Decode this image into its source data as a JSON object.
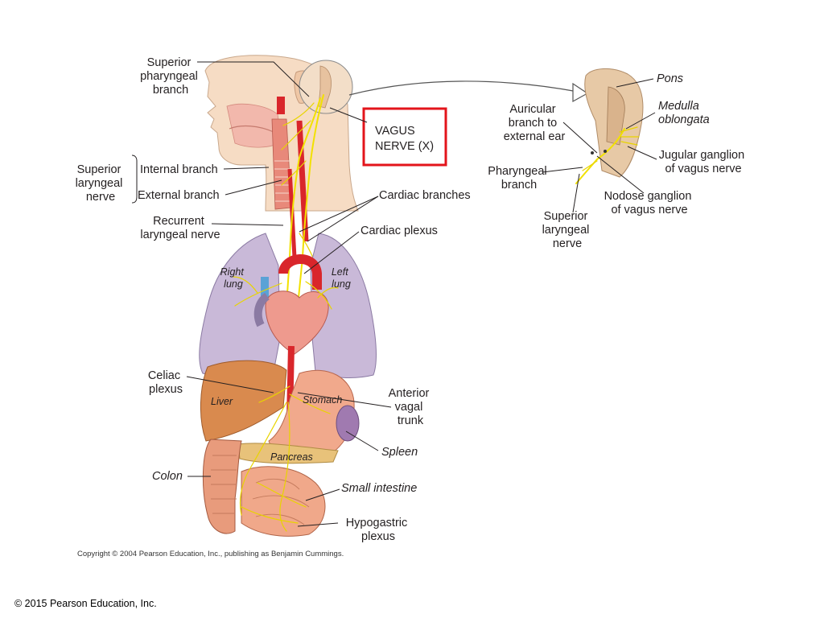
{
  "labels": {
    "superior_pharyngeal": [
      "Superior",
      "pharyngeal",
      "branch"
    ],
    "vagus_nerve": [
      "VAGUS",
      "NERVE (X)"
    ],
    "superior_laryngeal_nerve": [
      "Superior",
      "laryngeal",
      "nerve"
    ],
    "internal_branch": "Internal branch",
    "external_branch": "External branch",
    "cardiac_branches": "Cardiac branches",
    "recurrent_laryngeal": [
      "Recurrent",
      "laryngeal nerve"
    ],
    "cardiac_plexus": "Cardiac plexus",
    "right_lung": [
      "Right",
      "lung"
    ],
    "left_lung": [
      "Left",
      "lung"
    ],
    "celiac_plexus": [
      "Celiac",
      "plexus"
    ],
    "liver": "Liver",
    "stomach": "Stomach",
    "anterior_vagal_trunk": [
      "Anterior",
      "vagal",
      "trunk"
    ],
    "spleen": "Spleen",
    "pancreas": "Pancreas",
    "colon": "Colon",
    "small_intestine": "Small intestine",
    "hypogastric_plexus": [
      "Hypogastric",
      "plexus"
    ]
  },
  "inset_labels": {
    "pons": "Pons",
    "medulla": [
      "Medulla",
      "oblongata"
    ],
    "auricular": [
      "Auricular",
      "branch to",
      "external ear"
    ],
    "jugular_ganglion": [
      "Jugular ganglion",
      "of vagus nerve"
    ],
    "pharyngeal_branch": [
      "Pharyngeal",
      "branch"
    ],
    "nodose_ganglion": [
      "Nodose ganglion",
      "of vagus nerve"
    ],
    "superior_laryngeal": [
      "Superior",
      "laryngeal",
      "nerve"
    ]
  },
  "copyright": "Copyright © 2004 Pearson Education, Inc., publishing as Benjamin Cummings.",
  "footer": "© 2015 Pearson Education, Inc.",
  "colors": {
    "highlight_box": "#e3141b",
    "nerve": "#f2e100",
    "lung": "#c9b9d8",
    "liver": "#d98a4e",
    "stomach": "#f1a98c",
    "intestine": "#e89b7c",
    "artery": "#d9262b",
    "skin": "#f6dcc4"
  }
}
